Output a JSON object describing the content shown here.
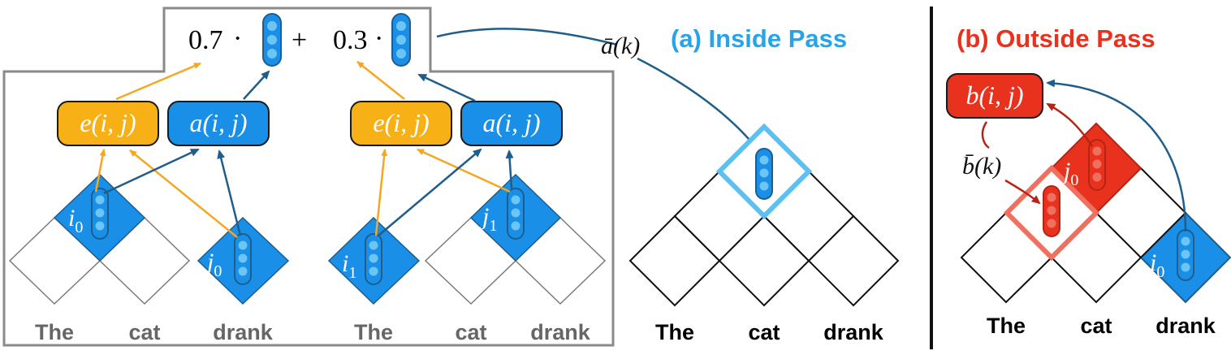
{
  "combination": {
    "coef_e": "0.7",
    "coef_a": "0.3",
    "dot": "·",
    "plus": "+",
    "score_label": "ā(k)"
  },
  "left_example": {
    "words": [
      "The",
      "cat",
      "drank"
    ],
    "e_label": "e(i, j)",
    "a_label": "a(i, j)",
    "i_label": "i",
    "i_sub": "0",
    "j_label": "j",
    "j_sub": "0"
  },
  "right_example": {
    "words": [
      "The",
      "cat",
      "drank"
    ],
    "e_label": "e(i, j)",
    "a_label": "a(i, j)",
    "i_label": "i",
    "i_sub": "1",
    "j_label": "j",
    "j_sub": "1"
  },
  "inside_pass": {
    "title": "(a) Inside Pass",
    "words": [
      "The",
      "cat",
      "drank"
    ]
  },
  "outside_pass": {
    "title": "(b) Outside Pass",
    "words": [
      "The",
      "cat",
      "drank"
    ],
    "b_label": "b(i, j)",
    "score_label": "b̄(k)",
    "j_label": "j",
    "j_sub": "0",
    "i_label": "i",
    "i_sub": "0"
  },
  "colors": {
    "blue": "#1a8fe8",
    "dark_blue": "#1f5d8a",
    "light_blue": "#5ec0f0",
    "orange": "#f7b016",
    "arrow_orange": "#f5a623",
    "red": "#e8321e",
    "dark_red": "#b52414",
    "salmon": "#f07060",
    "title_blue": "#27a3e8",
    "title_red": "#e8321e",
    "gray_text": "#666666",
    "frame_gray": "#8a8a8a"
  }
}
